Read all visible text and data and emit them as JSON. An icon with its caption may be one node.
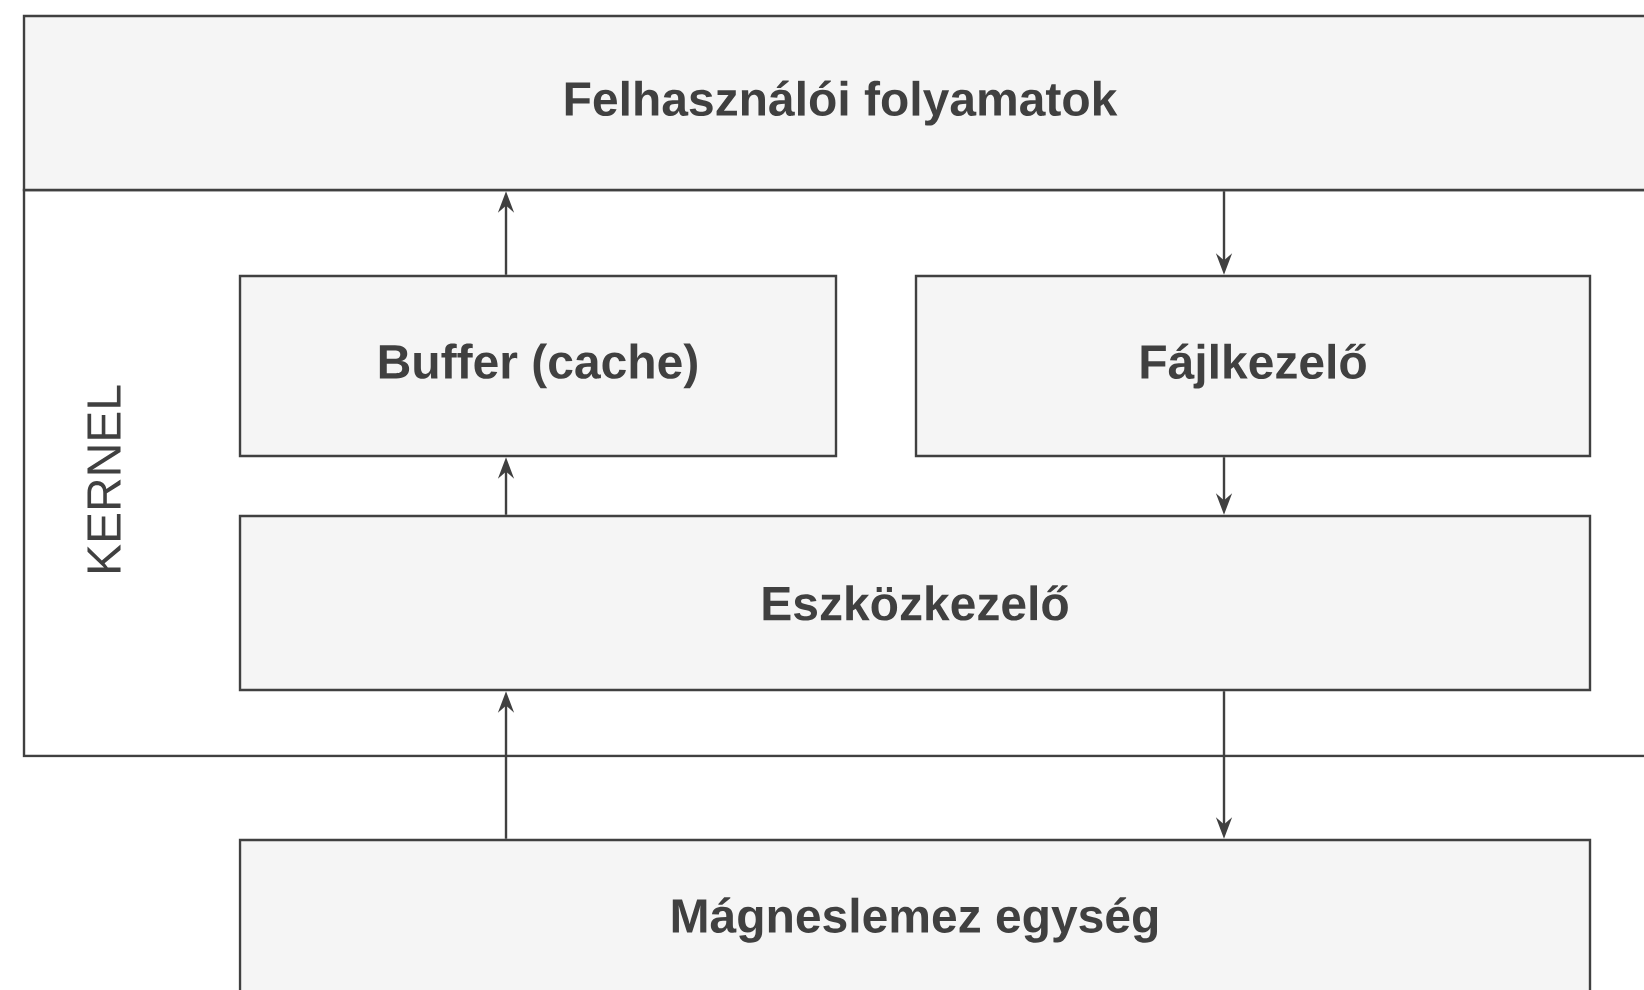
{
  "diagram": {
    "nodes": [
      {
        "text": [
          "Felhasználói folyamatok"
        ]
      },
      {
        "text": [
          "KERNEL"
        ]
      },
      {
        "text": [
          "Buffer (cache)"
        ],
        "in": 1
      },
      {
        "text": [
          "Fájlkezelő"
        ],
        "in": 1
      },
      {
        "text": [
          "Eszközkezelő"
        ],
        "in": 1
      },
      {
        "text": [
          "Mágneslemez egység"
        ]
      }
    ],
    "edges": [
      {
        "from": 2,
        "to": 0,
        "arrow": "to"
      },
      {
        "from": 0,
        "to": 3,
        "arrow": "to"
      },
      {
        "from": 4,
        "to": 2,
        "arrow": "to"
      },
      {
        "from": 3,
        "to": 4,
        "arrow": "to"
      },
      {
        "from": 5,
        "to": 4,
        "arrow": "to"
      },
      {
        "from": 4,
        "to": 5,
        "arrow": "to"
      }
    ]
  }
}
